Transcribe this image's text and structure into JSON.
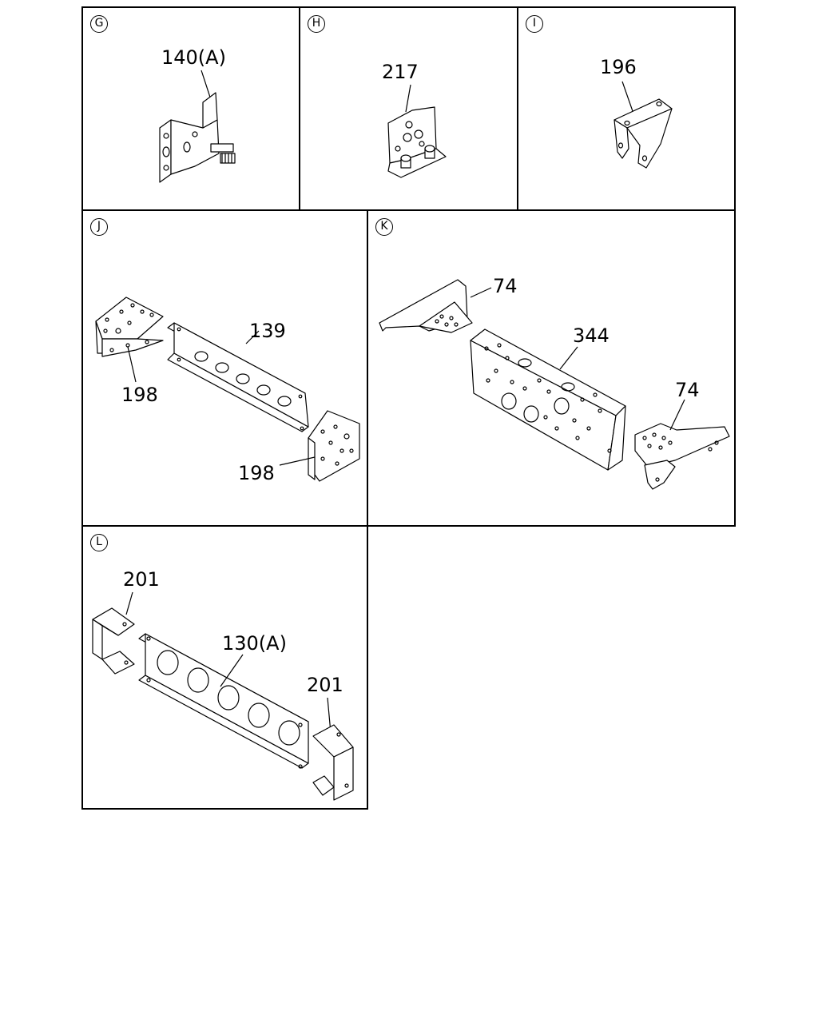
{
  "panels": [
    {
      "letter": "G",
      "callouts": [
        "140(A)"
      ]
    },
    {
      "letter": "H",
      "callouts": [
        "217"
      ]
    },
    {
      "letter": "I",
      "callouts": [
        "196"
      ]
    },
    {
      "letter": "J",
      "callouts": [
        "139",
        "198",
        "198"
      ]
    },
    {
      "letter": "K",
      "callouts": [
        "74",
        "344",
        "74"
      ]
    },
    {
      "letter": "L",
      "callouts": [
        "201",
        "130(A)",
        "201"
      ]
    }
  ]
}
